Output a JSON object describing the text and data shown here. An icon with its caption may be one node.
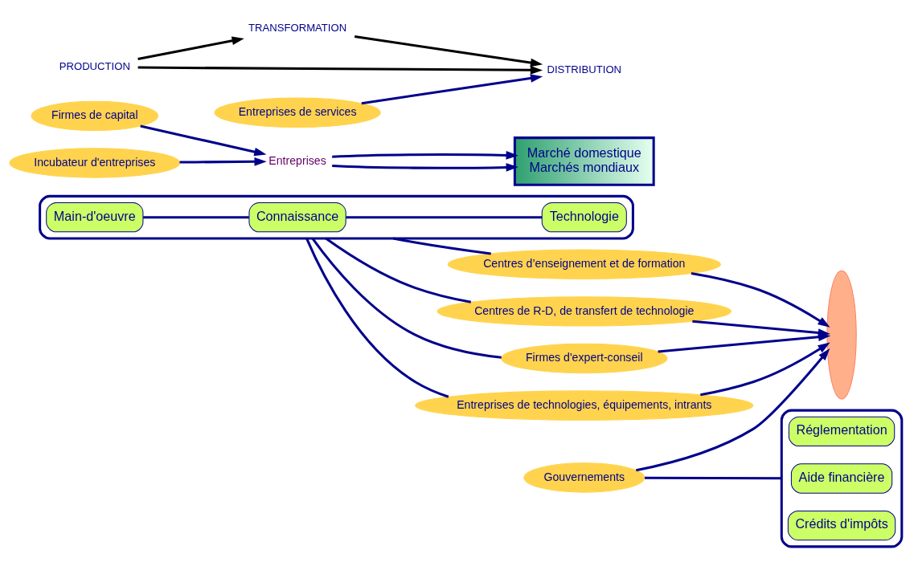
{
  "diagram": {
    "nodes": [
      {
        "text": [],
        "shape": "box"
      },
      {
        "text": [
          "Main-d'oeuvre"
        ],
        "in": 0
      },
      {
        "text": [
          "Connaissance"
        ],
        "in": 0
      },
      {
        "text": [
          "Technologie"
        ],
        "in": 0
      },
      {
        "text": [
          "Centres d’enseignement et de formation"
        ]
      },
      {
        "text": [
          "Firmes de capital"
        ]
      },
      {
        "text": [
          "Incubateur d'entreprises"
        ]
      },
      {
        "text": [
          "Centres de R-D, de transfert de technologie"
        ]
      },
      {
        "text": [
          "TRANSFORMATION"
        ]
      },
      {
        "text": [],
        "shape": "ellipse"
      },
      {
        "text": [
          "Entreprises"
        ]
      },
      {
        "text": [
          "Marché domestique",
          "Marchés mondiaux"
        ]
      },
      {
        "text": [
          "Firmes d'expert-conseil"
        ]
      },
      {
        "text": [
          "DISTRIBUTION"
        ]
      },
      {
        "text": [
          "PRODUCTION"
        ]
      },
      {
        "text": [
          "Entreprises de technologies, équipements, intrants"
        ]
      },
      {
        "text": [
          "Gouvernements"
        ]
      },
      {
        "text": [
          "Entreprises de services"
        ]
      },
      {
        "text": [],
        "shape": "box"
      },
      {
        "text": [
          "Réglementation"
        ],
        "in": 18
      },
      {
        "text": [
          "Aide financière"
        ],
        "in": 18
      },
      {
        "text": [
          "Crédits d'impôts"
        ],
        "in": 18
      }
    ],
    "edges": [
      {
        "from": 1,
        "to": 2,
        "arrow": "none"
      },
      {
        "from": 2,
        "to": 3,
        "arrow": "none"
      },
      {
        "from": 0,
        "to": 4,
        "arrow": "none"
      },
      {
        "from": 0,
        "to": 7,
        "arrow": "none"
      },
      {
        "from": 0,
        "to": 12,
        "arrow": "none"
      },
      {
        "from": 0,
        "to": 15,
        "arrow": "none"
      },
      {
        "from": 4,
        "to": 9,
        "arrow": "to"
      },
      {
        "from": 7,
        "to": 9,
        "arrow": "to"
      },
      {
        "from": 12,
        "to": 9,
        "arrow": "to"
      },
      {
        "from": 15,
        "to": 9,
        "arrow": "to"
      },
      {
        "from": 16,
        "to": 9,
        "arrow": "to"
      },
      {
        "from": 5,
        "to": 10,
        "arrow": "to"
      },
      {
        "from": 6,
        "to": 10,
        "arrow": "to"
      },
      {
        "from": 14,
        "to": 8,
        "arrow": "to",
        "color": "#000000"
      },
      {
        "from": 8,
        "to": 13,
        "arrow": "to",
        "color": "#000000"
      },
      {
        "from": 14,
        "to": 13,
        "arrow": "to",
        "color": "#000000"
      },
      {
        "from": 17,
        "to": 13,
        "arrow": "to"
      },
      {
        "from": 10,
        "to": 11,
        "arrow": "to"
      },
      {
        "from": 10,
        "to": 11,
        "arrow": "to"
      },
      {
        "from": 16,
        "to": 18,
        "arrow": "none"
      }
    ]
  }
}
